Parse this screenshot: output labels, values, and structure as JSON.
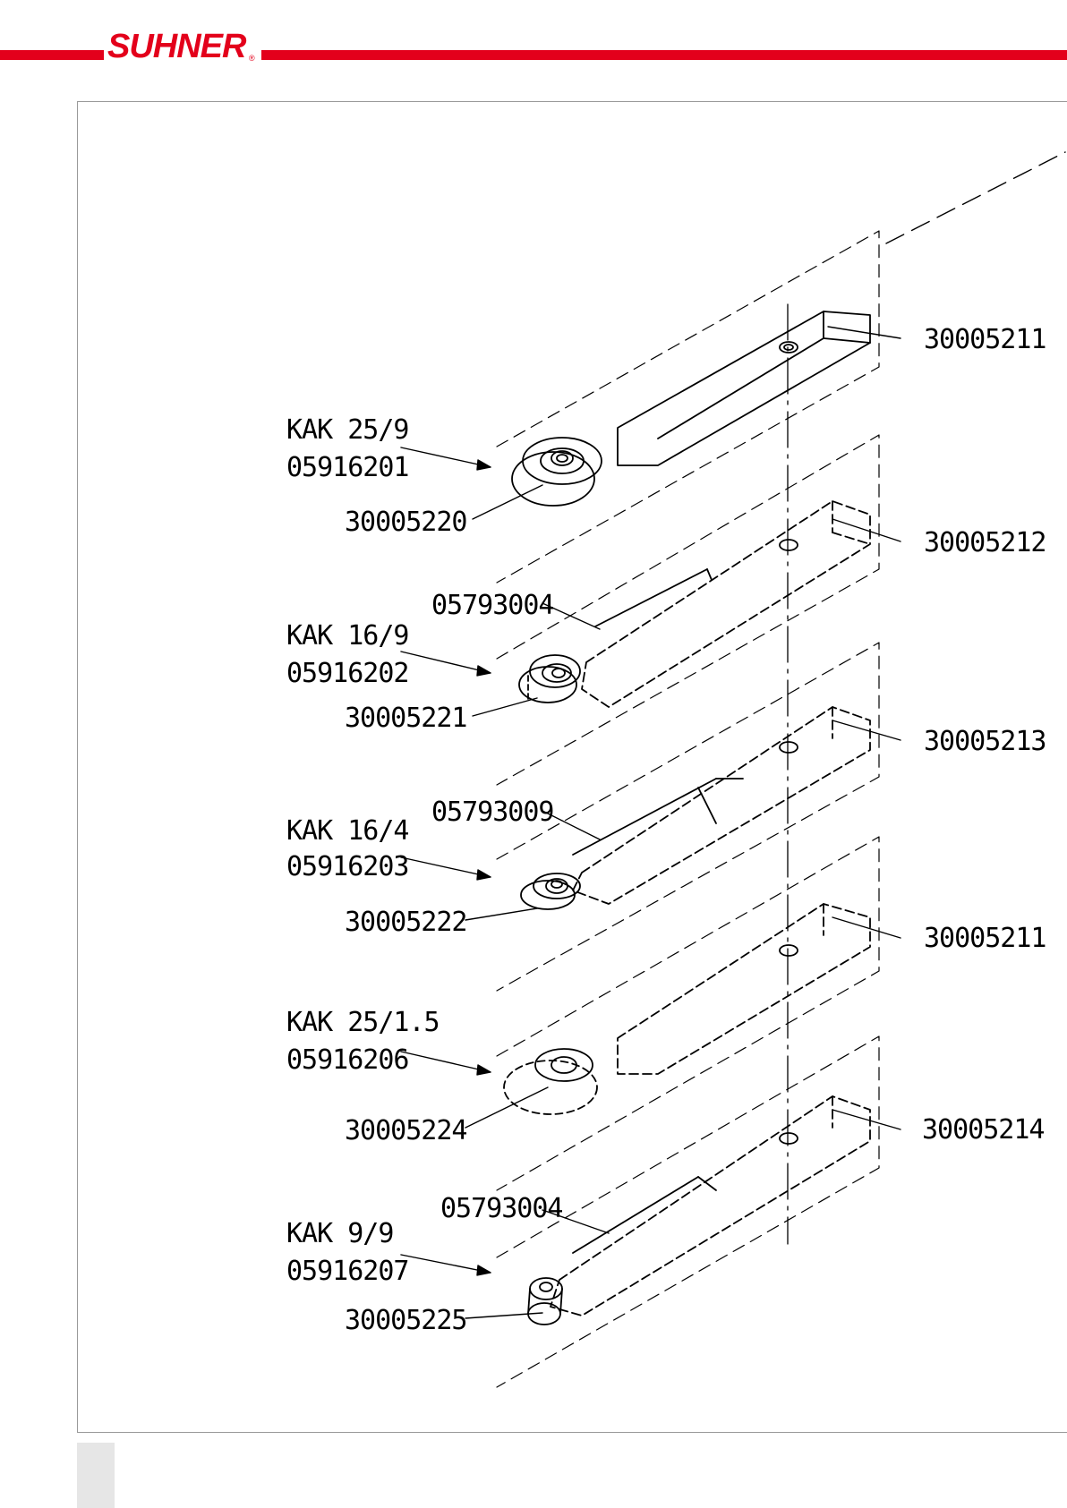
{
  "brand": {
    "name": "SUHNER",
    "mark": "®",
    "color": "#e3001b"
  },
  "drawing": {
    "assemblies": [
      {
        "model": "KAK 25/9",
        "order_no": "05916201",
        "roller_part": "30005220",
        "arm_part": "30005211"
      },
      {
        "model": "KAK 16/9",
        "order_no": "05916202",
        "roller_part": "30005221",
        "arm_part": "30005212",
        "pin_part": "05793004"
      },
      {
        "model": "KAK 16/4",
        "order_no": "05916203",
        "roller_part": "30005222",
        "arm_part": "30005213",
        "pin_part": "05793009"
      },
      {
        "model": "KAK 25/1.5",
        "order_no": "05916206",
        "roller_part": "30005224",
        "arm_part": "30005211"
      },
      {
        "model": "KAK 9/9",
        "order_no": "05916207",
        "roller_part": "30005225",
        "arm_part": "30005214",
        "pin_part": "05793004"
      }
    ]
  }
}
